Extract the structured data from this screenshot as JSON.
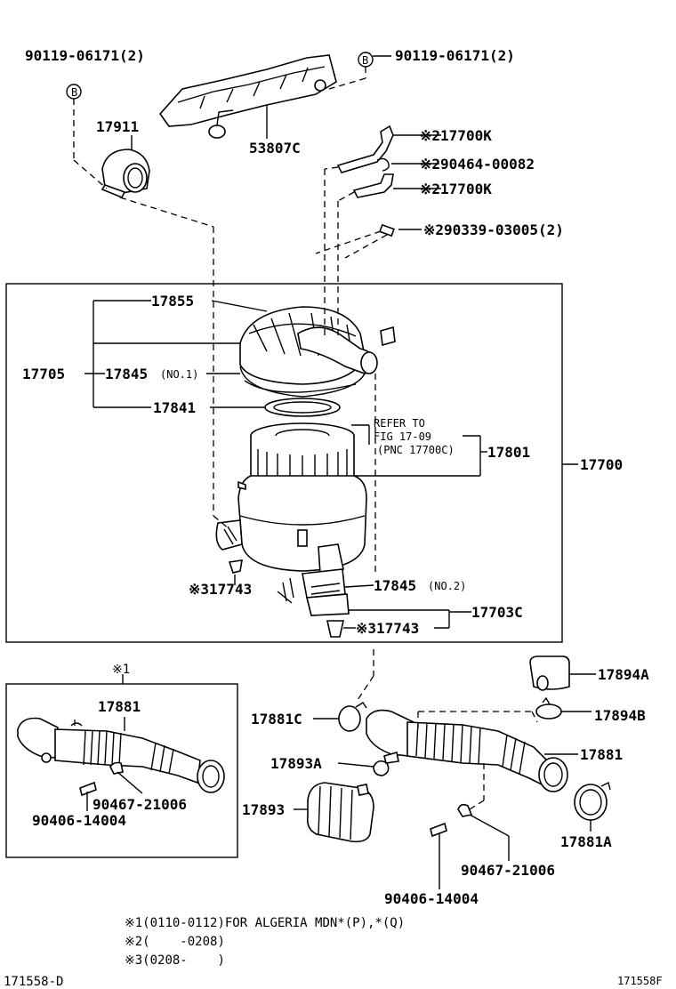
{
  "labels": {
    "p_90119_left": "90119-06171(2)",
    "p_90119_right": "90119-06171(2)",
    "p_b_left": "B",
    "p_b_right": "B",
    "p_17911": "17911",
    "p_53807c": "53807C",
    "p_17700k_a": "※217700K",
    "p_90464": "※290464-00082",
    "p_17700k_b": "※217700K",
    "p_90339": "※290339-03005(2)",
    "p_17855": "17855",
    "p_17705": "17705",
    "p_17845_no1": "17845",
    "p_17845_no1_suffix": "(NO.1)",
    "p_17841": "17841",
    "p_refer_1": "REFER TO",
    "p_refer_2": "FIG 17-09",
    "p_refer_3": "(PNC 17700C)",
    "p_17801": "17801",
    "p_17700": "17700",
    "p_17743_left": "※317743",
    "p_17845_no2": "17845",
    "p_17845_no2_suffix": "(NO.2)",
    "p_17703c": "17703C",
    "p_17743_right": "※317743",
    "p_note1_marker": "※1",
    "p_17881_inset": "17881",
    "p_90467_inset": "90467-21006",
    "p_90406_inset": "90406-14004",
    "p_17894a": "17894A",
    "p_17881c": "17881C",
    "p_17894b": "17894B",
    "p_17893a": "17893A",
    "p_17881_main": "17881",
    "p_17893": "17893",
    "p_17881a": "17881A",
    "p_90467_main": "90467-21006",
    "p_90406_main": "90406-14004"
  },
  "notes": {
    "n1": "※1(0110-0112)FOR ALGERIA MDN*(P),*(Q)",
    "n2": "※2(    -0208)",
    "n3": "※3(0208-    )"
  },
  "footer": {
    "left_id": "171558-D",
    "right_id": "171558F"
  }
}
